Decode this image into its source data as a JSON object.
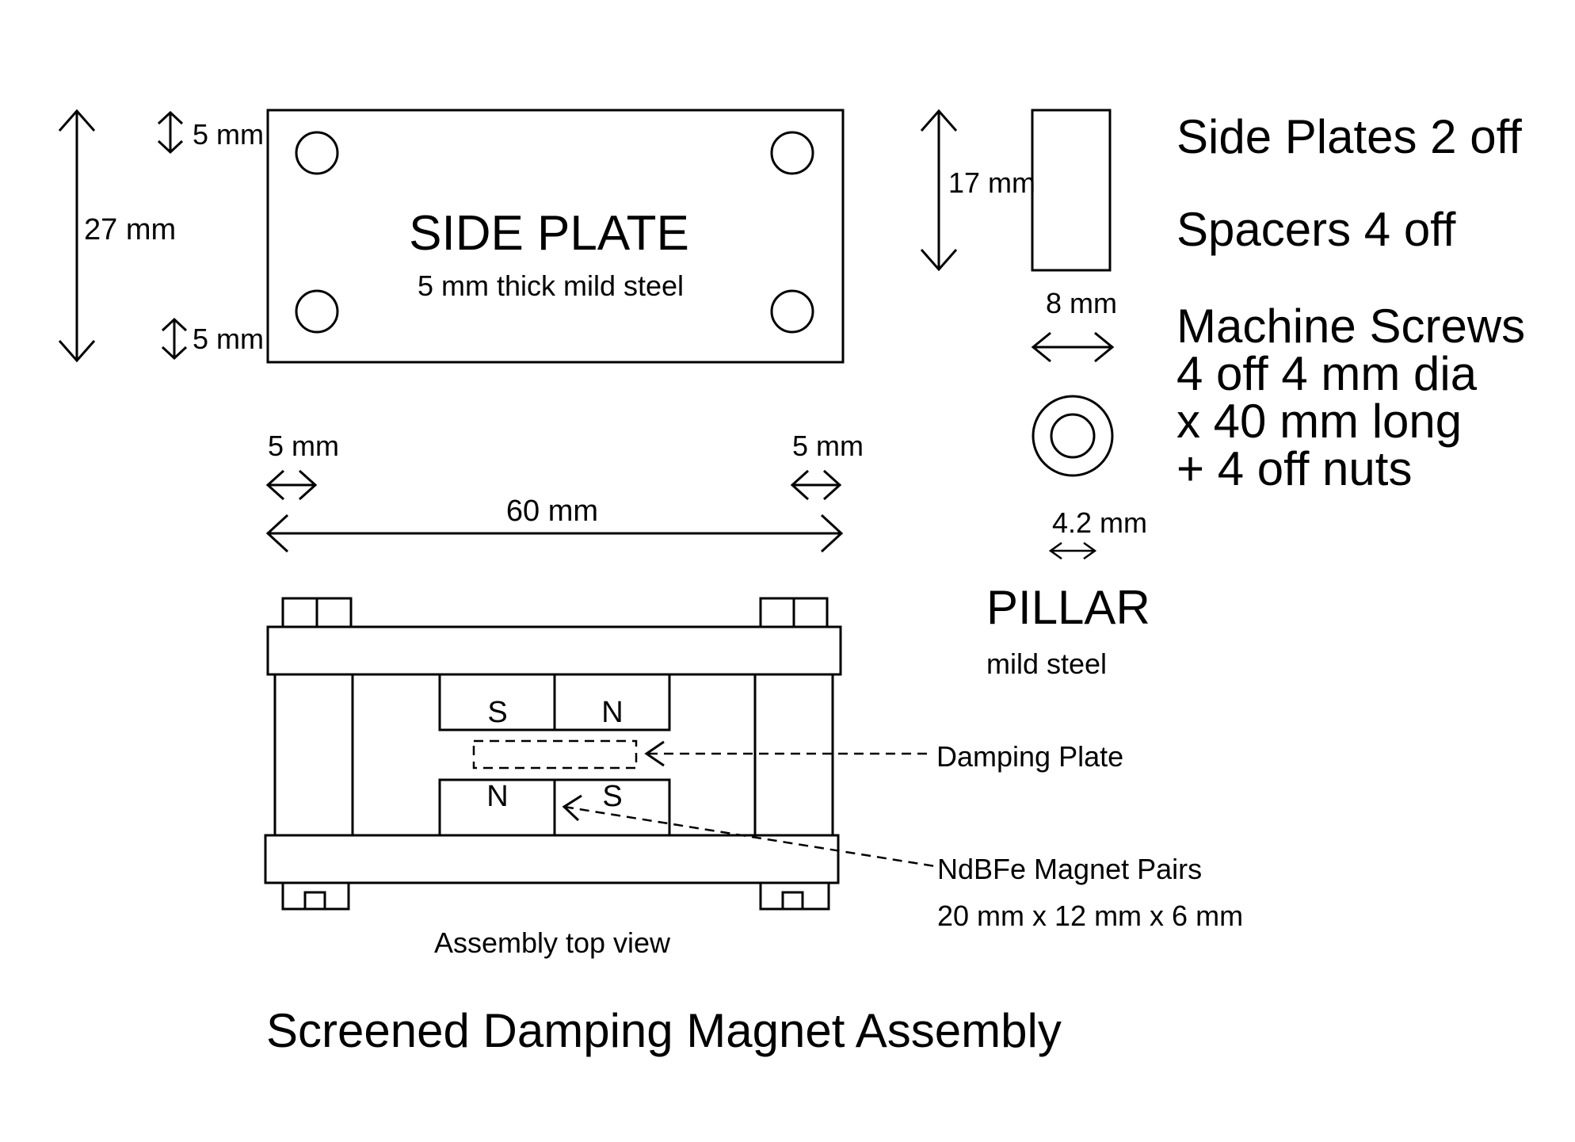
{
  "side_plate": {
    "title": "SIDE PLATE",
    "material": "5 mm thick mild steel",
    "dim_height": "27 mm",
    "dim_top_hole": "5 mm",
    "dim_bottom_hole": "5 mm"
  },
  "assembly": {
    "dim_left_margin": "5 mm",
    "dim_right_margin": "5 mm",
    "dim_width": "60 mm",
    "magnet_top_left": "S",
    "magnet_top_right": "N",
    "magnet_bottom_left": "N",
    "magnet_bottom_right": "S",
    "caption": "Assembly top view",
    "damping_plate_label": "Damping Plate",
    "magnet_pairs_label": "NdBFe Magnet Pairs",
    "magnet_pairs_size": "20 mm x 12 mm x 6 mm"
  },
  "spacer": {
    "dim_height": "17 mm",
    "dim_width": "8 mm",
    "dim_bore": "4.2 mm"
  },
  "pillar": {
    "title": "PILLAR",
    "material": "mild steel"
  },
  "parts_list": {
    "side_plates": "Side Plates 2 off",
    "spacers": "Spacers 4 off",
    "screws_line1": "Machine Screws",
    "screws_line2": "4 off 4 mm dia",
    "screws_line3": "x 40 mm long",
    "screws_line4": "+ 4 off nuts"
  },
  "main_title": "Screened Damping Magnet Assembly"
}
